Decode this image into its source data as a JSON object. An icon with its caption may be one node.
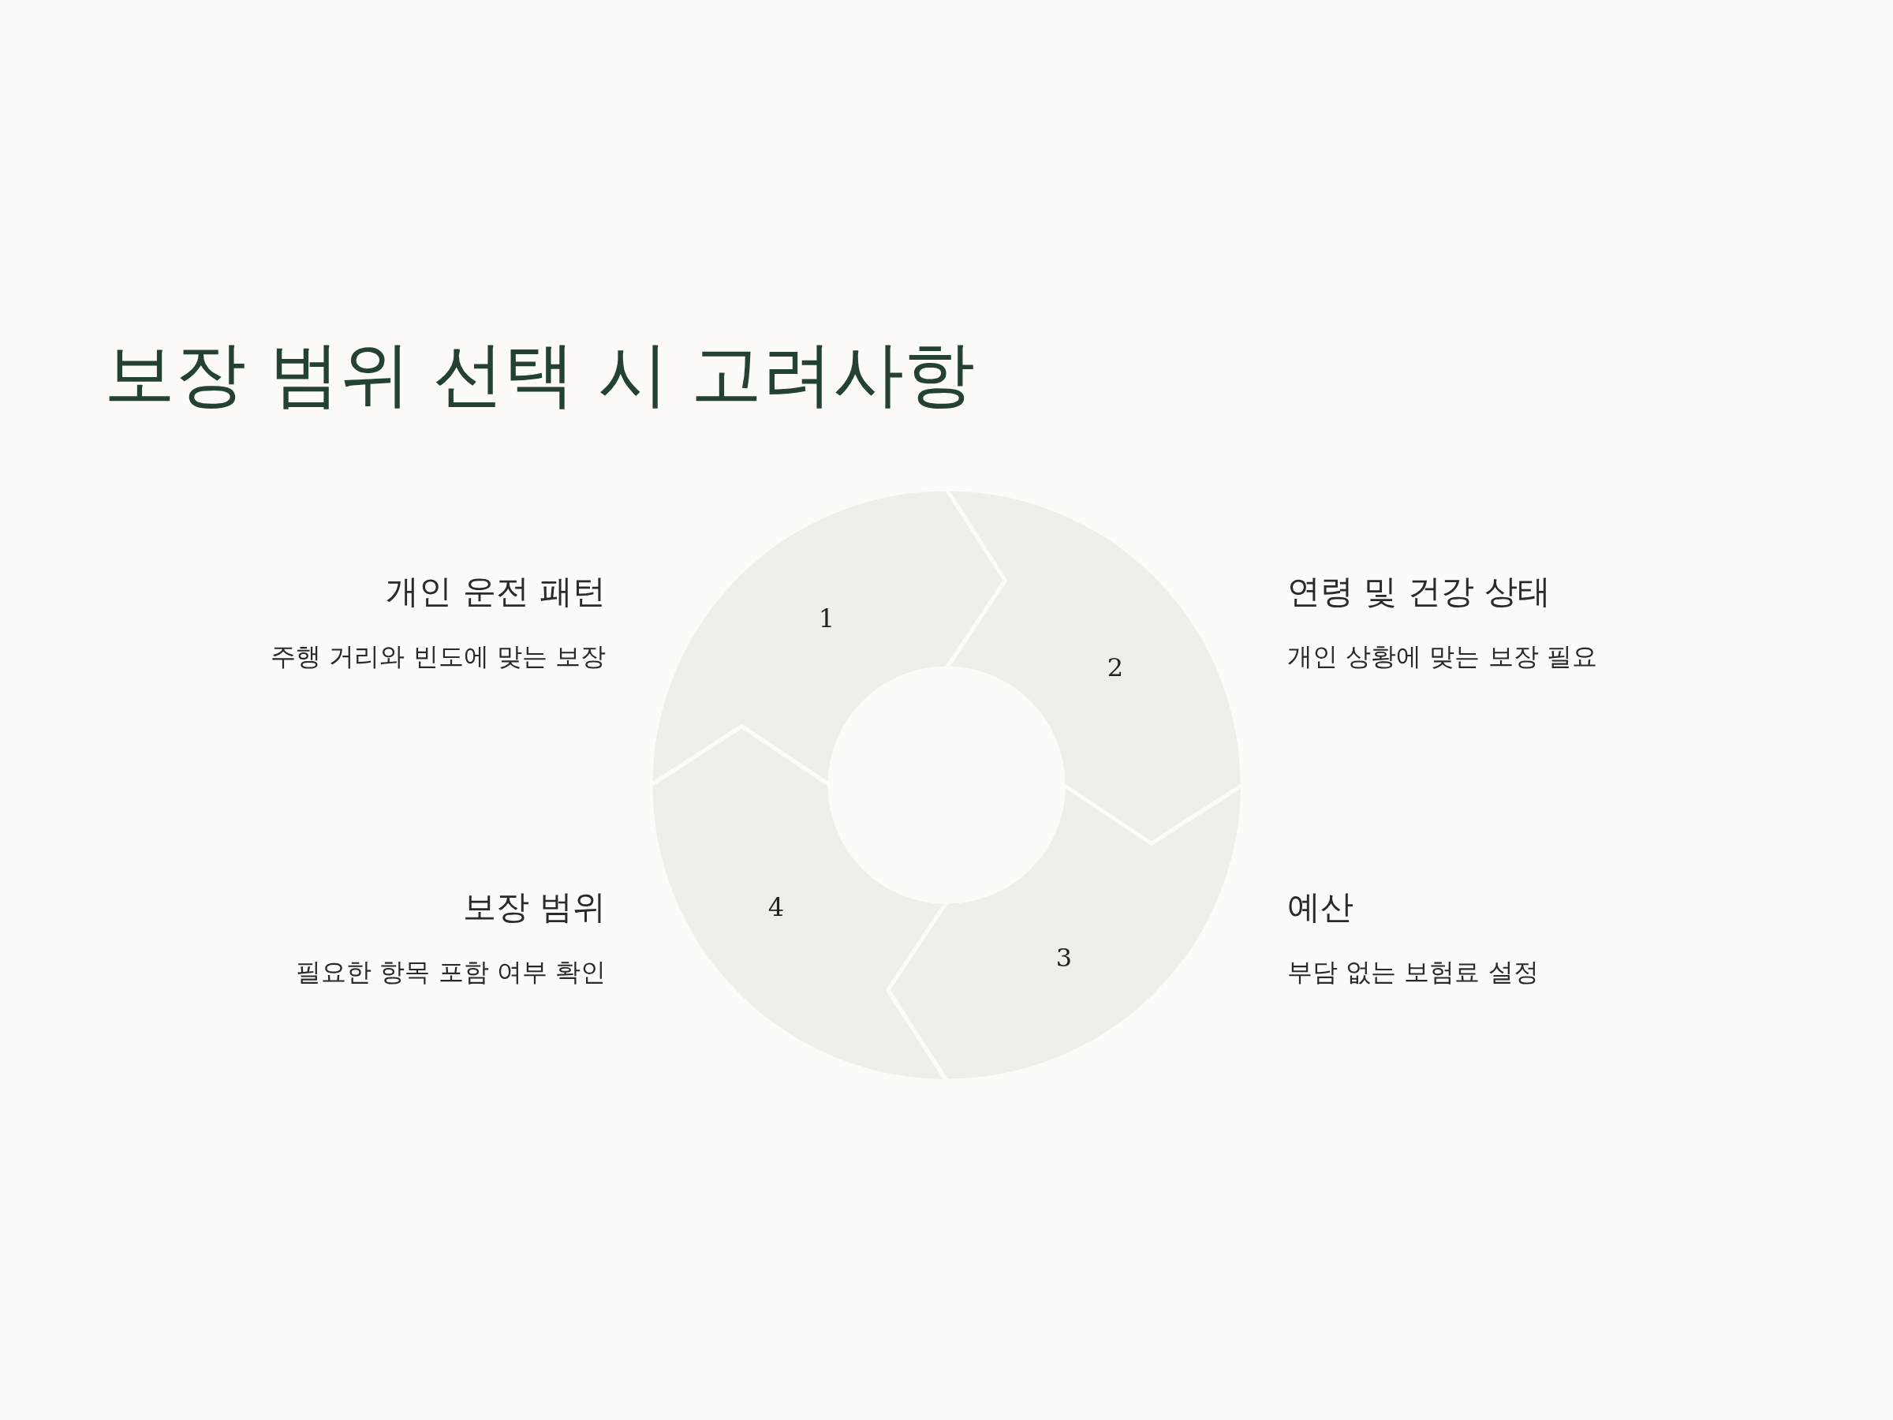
{
  "diagram": {
    "title": "보장 범위 선택 시 고려사항",
    "nodes": [
      {
        "text": [
          "1"
        ],
        "beside": [
          "개인 운전 패턴",
          "주행 거리와 빈도에 맞는 보장"
        ]
      },
      {
        "text": [
          "2"
        ],
        "beside": [
          "연령 및 건강 상태",
          "개인 상황에 맞는 보장 필요"
        ]
      },
      {
        "text": [
          "3"
        ],
        "beside": [
          "예산",
          "부담 없는 보험료 설정"
        ]
      },
      {
        "text": [
          "4"
        ],
        "beside": [
          "보장 범위",
          "필요한 항목 포함 여부 확인"
        ]
      }
    ]
  }
}
